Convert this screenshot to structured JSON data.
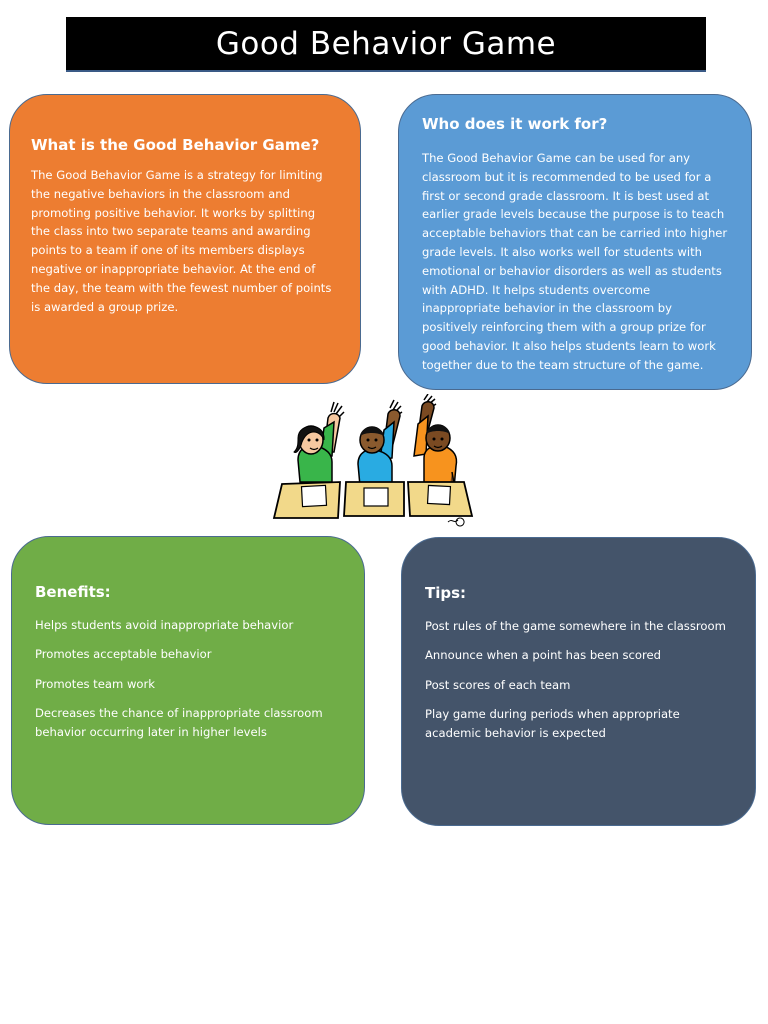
{
  "header": {
    "title": "Good Behavior Game"
  },
  "what": {
    "heading": "What is the Good Behavior Game?",
    "text": "The Good Behavior Game is a strategy for limiting the negative behaviors in the classroom and promoting positive behavior. It works by splitting the class into two separate teams and awarding points to a team if one of its members displays negative or inappropriate behavior. At the end of the day, the team with the fewest number of points is awarded a group prize."
  },
  "who": {
    "heading": "Who does it work for?",
    "text": "The Good Behavior Game can be used for any classroom but it is recommended to be used for a first or second grade classroom. It is best used at earlier grade levels because the purpose is to teach acceptable behaviors that can be carried into higher grade levels. It also works well for students with emotional or behavior disorders as well as students with ADHD. It helps students overcome inappropriate behavior in the classroom by positively reinforcing them with a group prize for good behavior. It also helps students learn to work together due to the team structure of the game."
  },
  "benefits": {
    "heading": "Benefits:",
    "items": [
      "Helps students avoid inappropriate behavior",
      "Promotes acceptable behavior",
      "Promotes team work",
      "Decreases the chance of inappropriate classroom behavior occurring later in higher levels"
    ]
  },
  "tips": {
    "heading": "Tips:",
    "items": [
      "Post rules of the game somewhere in the classroom",
      "Announce when a point has been scored",
      "Post scores of each team",
      "Play game during periods when appropriate academic behavior is expected"
    ]
  },
  "colors": {
    "title_bar": "#000000",
    "what_box": "#ed7d31",
    "who_box": "#5b9bd5",
    "benefits_box": "#70ad47",
    "tips_box": "#44546a"
  }
}
